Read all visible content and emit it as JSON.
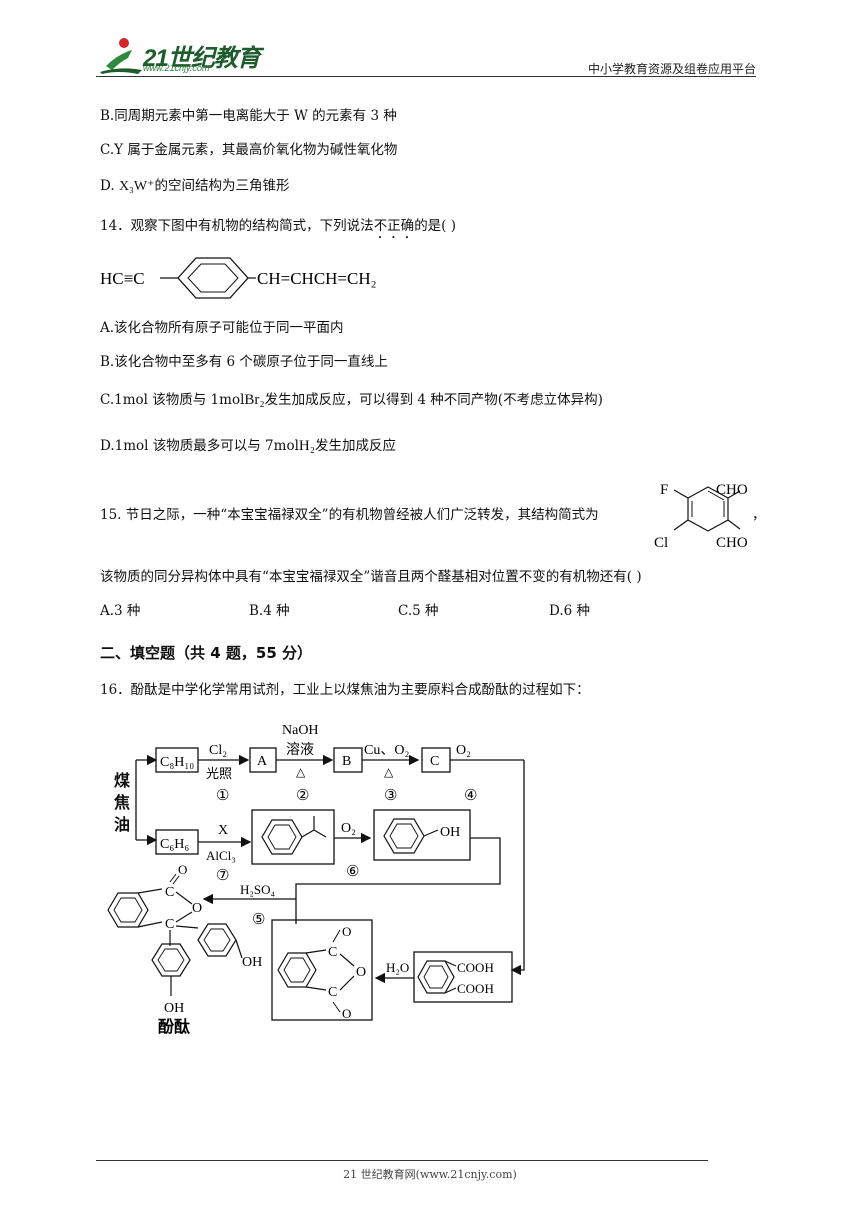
{
  "header": {
    "logo_text": "21世纪教育",
    "logo_url": "www.21cnjy.com",
    "site_subtitle": "中小学教育资源及组卷应用平台"
  },
  "q13": {
    "option_b": "B.同周期元素中第一电离能大于 W 的元素有 3 种",
    "option_c": "C.Y 属于金属元素，其最高价氧化物为碱性氧化物",
    "option_d_prefix": "D. ",
    "option_d_formula": "X₃W⁺",
    "option_d_suffix": "的空间结构为三角锥形"
  },
  "q14": {
    "stem_before": "14．观察下图中有机物的结构简式，下列说法",
    "stem_emph": "不正确",
    "stem_after": "的是(      )",
    "structure_left": "HC≡C",
    "structure_right": "CH=CHCH=CH₂",
    "option_a": "A.该化合物所有原子可能位于同一平面内",
    "option_b": "B.该化合物中至多有 6 个碳原子位于同一直线上",
    "option_c_prefix": "C.1mol 该物质与 1mol",
    "option_c_formula": "Br₂",
    "option_c_suffix": "发生加成反应，可以得到 4 种不同产物(不考虑立体异构)",
    "option_d_prefix": "D.1mol 该物质最多可以与 7mol",
    "option_d_formula": "H₂",
    "option_d_suffix": "发生加成反应"
  },
  "q15": {
    "stem": "15. 节日之际，一种“本宝宝福禄双全”的有机物曾经被人们广泛转发，其结构简式为",
    "comma": "，",
    "structure_labels": [
      "F",
      "Cl",
      "CHO",
      "CHO"
    ],
    "stem2": "该物质的同分异构体中具有“本宝宝福禄双全”谐音且两个醛基相对位置不变的有机物还有(      )",
    "options": [
      "A.3 种",
      "B.4 种",
      "C.5 种",
      "D.6 种"
    ]
  },
  "section2": {
    "title": "二、填空题（共 4 题，55 分）"
  },
  "q16": {
    "stem": "16．酚酞是中学化学常用试剂，工业上以煤焦油为主要原料合成酚酞的过程如下：",
    "diagram": {
      "source": [
        "煤",
        "焦",
        "油"
      ],
      "c8h10": "C₈H₁₀",
      "c6h6": "C₆H₆",
      "cl2": "Cl₂",
      "light": "光照",
      "a": "A",
      "naoh": "NaOH",
      "solution": "溶液",
      "heat": "△",
      "b": "B",
      "cu_o2": "Cu、O₂",
      "c": "C",
      "o2": "O₂",
      "x": "X",
      "alcl3": "AlCl₃",
      "oh": "OH",
      "h2so4": "H₂SO₄",
      "h2o": "H₂O",
      "cooh": "COOH",
      "carbon": "C",
      "oxygen": "O",
      "product": "酚酞",
      "steps": [
        "①",
        "②",
        "③",
        "④",
        "⑤",
        "⑥",
        "⑦"
      ]
    }
  },
  "footer": {
    "text": "21 世纪教育网(www.21cnjy.com)"
  }
}
